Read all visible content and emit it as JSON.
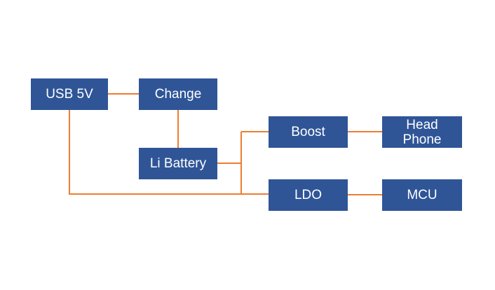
{
  "blocks": {
    "usb": "USB 5V",
    "change": "Change",
    "li_battery": "Li Battery",
    "boost": "Boost",
    "head_phone": "Head Phone",
    "ldo": "LDO",
    "mcu": "MCU"
  },
  "colors": {
    "block_fill": "#2F5597",
    "connector": "#ED7D31",
    "text": "#FFFFFF"
  }
}
